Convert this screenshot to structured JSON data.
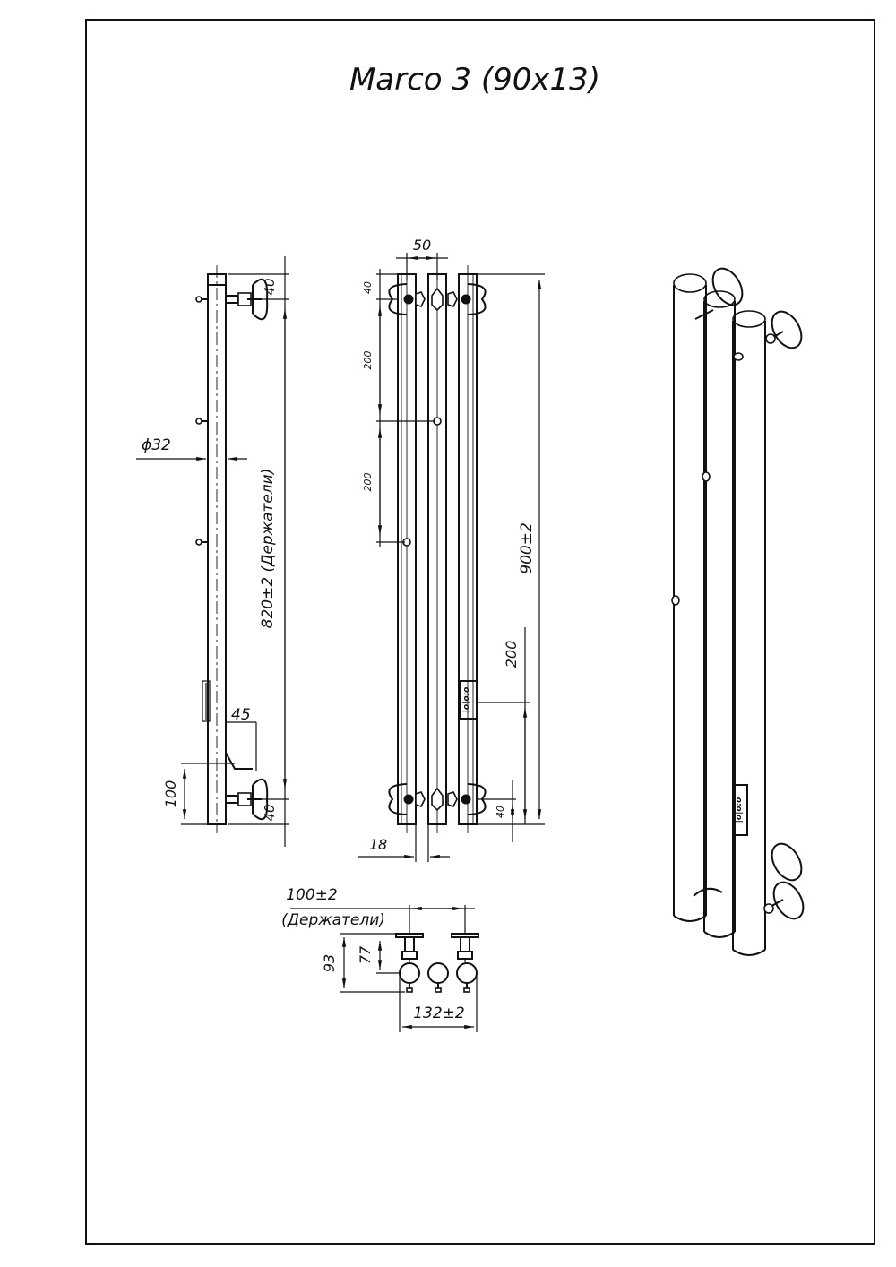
{
  "title": "Marco 3 (90x13)",
  "side_view": {
    "diameter": "ϕ32",
    "height_holders": "820±2 (Держатели)",
    "top_offset": "40",
    "bottom_offset": "40",
    "bottom_depth": "100",
    "offset_45": "45"
  },
  "front_view": {
    "top_width": "50",
    "seg_top": "40",
    "seg_200_a": "200",
    "seg_200_b": "200",
    "total_height": "900±2",
    "right_200": "200",
    "bottom_offset": "40",
    "bottom_width": "18"
  },
  "top_view": {
    "holders_width": "100±2",
    "holders_label": "(Держатели)",
    "depth_93": "93",
    "depth_77": "77",
    "overall_width": "132±2"
  }
}
